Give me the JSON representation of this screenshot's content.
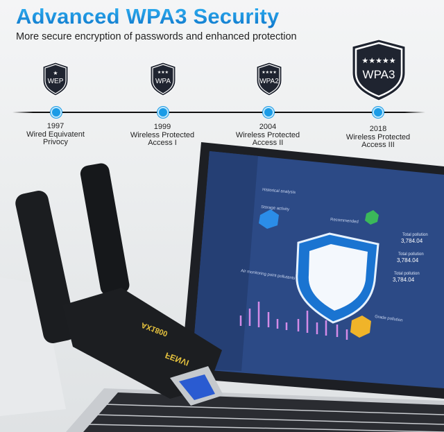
{
  "header": {
    "title": "Advanced WPA3 Security",
    "subtitle": "More secure encryption of passwords and enhanced protection"
  },
  "timeline": [
    {
      "badge": "WEP",
      "stars": 1,
      "year": "1997",
      "line1": "Wired Equivatent",
      "line2": "Privocy"
    },
    {
      "badge": "WPA",
      "stars": 3,
      "year": "1999",
      "line1": "Wireless Protected",
      "line2": "Access I"
    },
    {
      "badge": "WPA2",
      "stars": 4,
      "year": "2004",
      "line1": "Wireless Protected",
      "line2": "Access II"
    },
    {
      "badge": "WPA3",
      "stars": 5,
      "year": "2018",
      "line1": "Wireless Protected",
      "line2": "Access III"
    }
  ],
  "colors": {
    "accent": "#1a9be6",
    "badge": "#1f2430",
    "screen": "#2c4a86"
  },
  "product": {
    "brand": "FENVI",
    "model": "AX1800"
  },
  "screen": {
    "historical": "Historical analysis",
    "storage": "Storage activity",
    "recommended": "Recommended",
    "air": "Air monitoring point pollutants",
    "grade": "Grade pollution",
    "stats": [
      {
        "label": "Total pollution",
        "value": "3,784.04"
      },
      {
        "label": "Total pollution",
        "value": "3,784.04"
      },
      {
        "label": "Total pollution",
        "value": "3,784.04"
      }
    ]
  }
}
